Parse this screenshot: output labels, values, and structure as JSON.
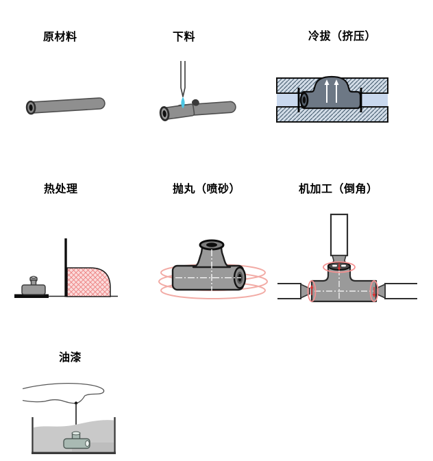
{
  "diagram": {
    "steps": [
      {
        "label": "原材料"
      },
      {
        "label": "下料"
      },
      {
        "label": "冷拔（挤压）"
      },
      {
        "label": "热处理"
      },
      {
        "label": "抛丸（喷砂）"
      },
      {
        "label": "机加工（倒角）"
      },
      {
        "label": "油漆"
      }
    ],
    "colors": {
      "pipe_gray": "#8f8f8f",
      "tee_gray": "#9a9a9a",
      "die_blank_gray": "#6d7885",
      "flame_cyan": "#4cc7e4",
      "die_hatch_fill": "#d2dce7",
      "die_hatch_line": "#41586c",
      "die_channel_blue": "#c9d8ee",
      "heat_hatch_pink": "#fbdbdb",
      "heat_hatch_line": "#ea7070",
      "blast_ring_pink": "#f2aba5",
      "machining_red": "#dd3333",
      "machining_ring_pink": "#f49090",
      "paint_liquid_gray": "#c9c9c9",
      "paint_tee_green": "#a9bab3"
    }
  }
}
